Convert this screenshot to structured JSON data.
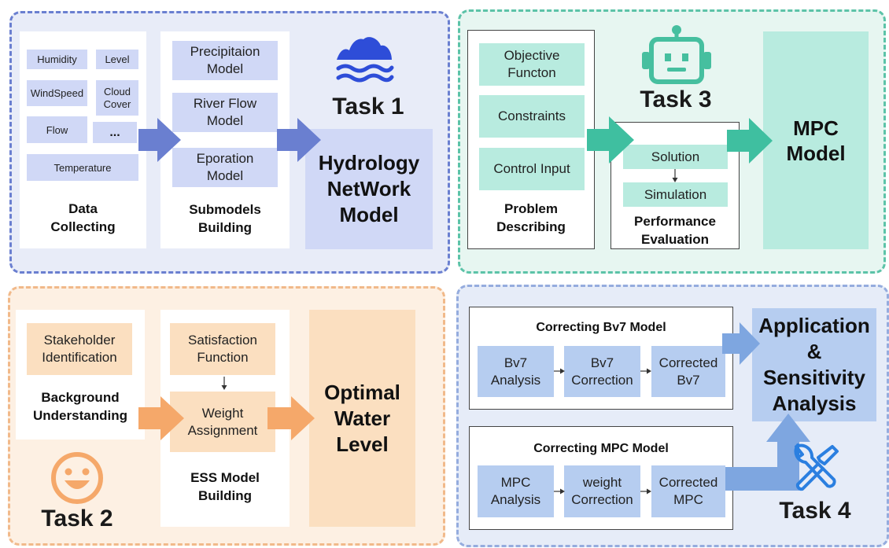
{
  "task1": {
    "inputs": [
      "Humidity",
      "Level",
      "WindSpeed",
      "Cloud Cover",
      "Flow",
      "...",
      "Temperature"
    ],
    "data_caption": "Data Collecting",
    "submodels": [
      "Precipitaion Model",
      "River Flow Model",
      "Eporation Model"
    ],
    "submodels_caption": "Submodels Building",
    "label": "Task 1",
    "result": "Hydrology NetWork Model",
    "colors": {
      "accent": "#6a7fd0",
      "box": "#d0d8f6",
      "icon": "#2e4dd8"
    }
  },
  "task3": {
    "problem_items": [
      "Objective Functon",
      "Constraints",
      "Control Input"
    ],
    "problem_caption": "Problem Describing",
    "eval_items": [
      "Solution",
      "Simulation"
    ],
    "eval_caption": "Performance Evaluation",
    "label": "Task 3",
    "result": "MPC Model",
    "colors": {
      "accent": "#3fbfa0",
      "box": "#b8ebdf"
    }
  },
  "task2": {
    "stakeholder": "Stakeholder Identification",
    "background_caption": "Background Understanding",
    "satisfaction": "Satisfaction Function",
    "weight": "Weight Assignment",
    "ess_caption": "ESS Model Building",
    "label": "Task 2",
    "result": "Optimal Water Level",
    "colors": {
      "accent": "#f5a86a",
      "box": "#fbdfc0"
    }
  },
  "task4": {
    "bv7_title": "Correcting Bv7 Model",
    "bv7_steps": [
      "Bv7 Analysis",
      "Bv7 Correction",
      "Corrected Bv7"
    ],
    "mpc_title": "Correcting MPC Model",
    "mpc_steps": [
      "MPC Analysis",
      "weight Correction",
      "Corrected MPC"
    ],
    "label": "Task 4",
    "result": "Application & Sensitivity Analysis",
    "colors": {
      "accent": "#7ea6e0",
      "box": "#b6cdf0"
    }
  }
}
